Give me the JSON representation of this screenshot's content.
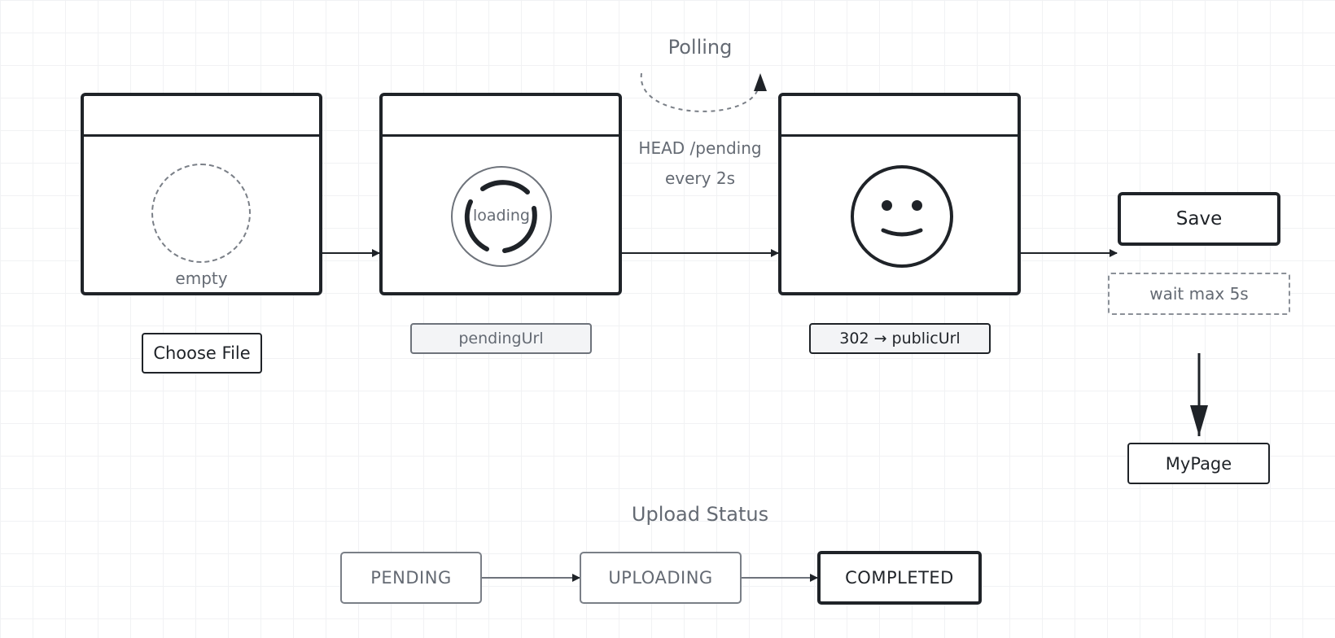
{
  "flow": {
    "step1": {
      "caption": "empty",
      "button_label": "Choose File"
    },
    "step2": {
      "loader_label": "loading",
      "chip_label": "pendingUrl"
    },
    "polling": {
      "title": "Polling",
      "request": "HEAD /pending",
      "interval": "every 2s"
    },
    "step3": {
      "chip_label": "302 → publicUrl"
    },
    "save": {
      "label": "Save",
      "note": "wait max 5s"
    },
    "destination": {
      "label": "MyPage"
    }
  },
  "upload_status": {
    "title": "Upload Status",
    "states": [
      "PENDING",
      "UPLOADING",
      "COMPLETED"
    ],
    "active_state": "COMPLETED"
  },
  "colors": {
    "ink": "#1f2328",
    "muted": "#646a73",
    "grid": "#f1f2f4"
  }
}
